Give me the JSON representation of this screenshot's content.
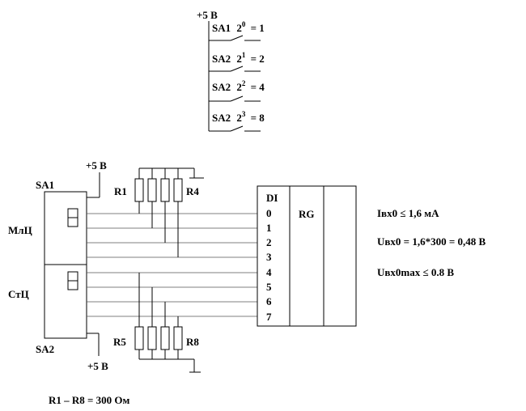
{
  "switch_legend": {
    "supply": "+5 В",
    "rows": [
      {
        "name": "SA1",
        "base": "2",
        "exp": "0",
        "value": "= 1"
      },
      {
        "name": "SA2",
        "base": "2",
        "exp": "1",
        "value": "= 2"
      },
      {
        "name": "SA2",
        "base": "2",
        "exp": "2",
        "value": "= 4"
      },
      {
        "name": "SA2",
        "base": "2",
        "exp": "3",
        "value": "= 8"
      }
    ]
  },
  "labels": {
    "sa1": "SA1",
    "sa2": "SA2",
    "supply_top": "+5 В",
    "supply_bottom": "+5 В",
    "units_digit": "МлЦ",
    "tens_digit": "СтЦ",
    "r1": "R1",
    "r4": "R4",
    "r5": "R5",
    "r8": "R8"
  },
  "register": {
    "input_label": "DI",
    "name": "RG",
    "pins": [
      "0",
      "1",
      "2",
      "3",
      "4",
      "5",
      "6",
      "7"
    ]
  },
  "formulas": {
    "current": "Iвх0 ≤ 1,6 мА",
    "voltage": "Uвх0 = 1,6*300 = 0,48 В",
    "voltage_max": "Uвх0max  ≤ 0.8 В"
  },
  "footer": {
    "resistors": "R1 – R8 = 300 Ом"
  }
}
